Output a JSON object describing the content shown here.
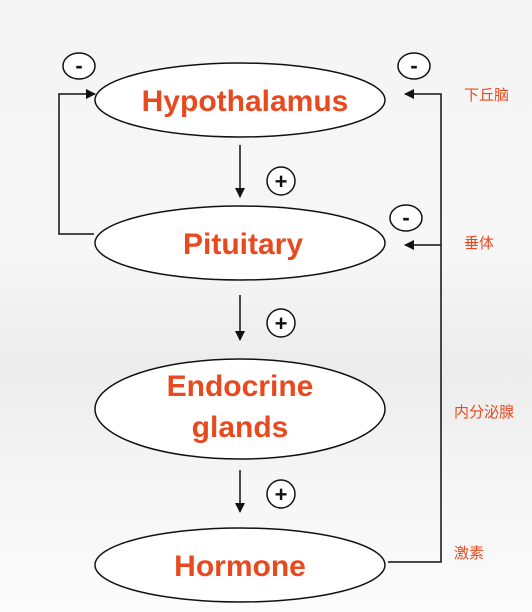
{
  "nodes": [
    {
      "id": "hypothalamus",
      "lines": [
        "Hypothalamus"
      ]
    },
    {
      "id": "pituitary",
      "lines": [
        "Pituitary"
      ]
    },
    {
      "id": "endocrine-glands",
      "lines": [
        "Endocrine",
        "glands"
      ]
    },
    {
      "id": "hormone",
      "lines": [
        "Hormone"
      ]
    }
  ],
  "chinese_labels": [
    "下丘脑",
    "垂体",
    "内分泌腺",
    "激素"
  ],
  "plus_symbol": "+",
  "minus_symbol": "-",
  "colors": {
    "node_text": "#e8491e",
    "label_text": "#e8491e",
    "line": "#111111"
  }
}
